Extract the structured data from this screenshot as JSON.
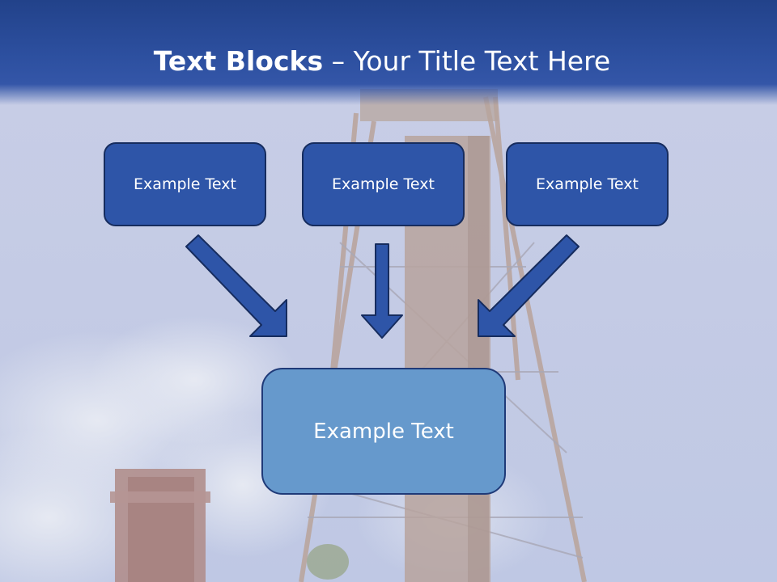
{
  "slide": {
    "title_bold": "Text Blocks",
    "title_dash": " – ",
    "title_rest": "Your Title Text Here",
    "boxes": [
      {
        "text": "Example Text"
      },
      {
        "text": "Example Text"
      },
      {
        "text": "Example Text"
      }
    ],
    "main_box": {
      "text": "Example Text"
    }
  },
  "colors": {
    "header": "#2d50a0",
    "box_fill": "#2e55a8",
    "box_border": "#162c5e",
    "main_box_fill": "#6699cc",
    "arrow_fill": "#2e55a8"
  }
}
